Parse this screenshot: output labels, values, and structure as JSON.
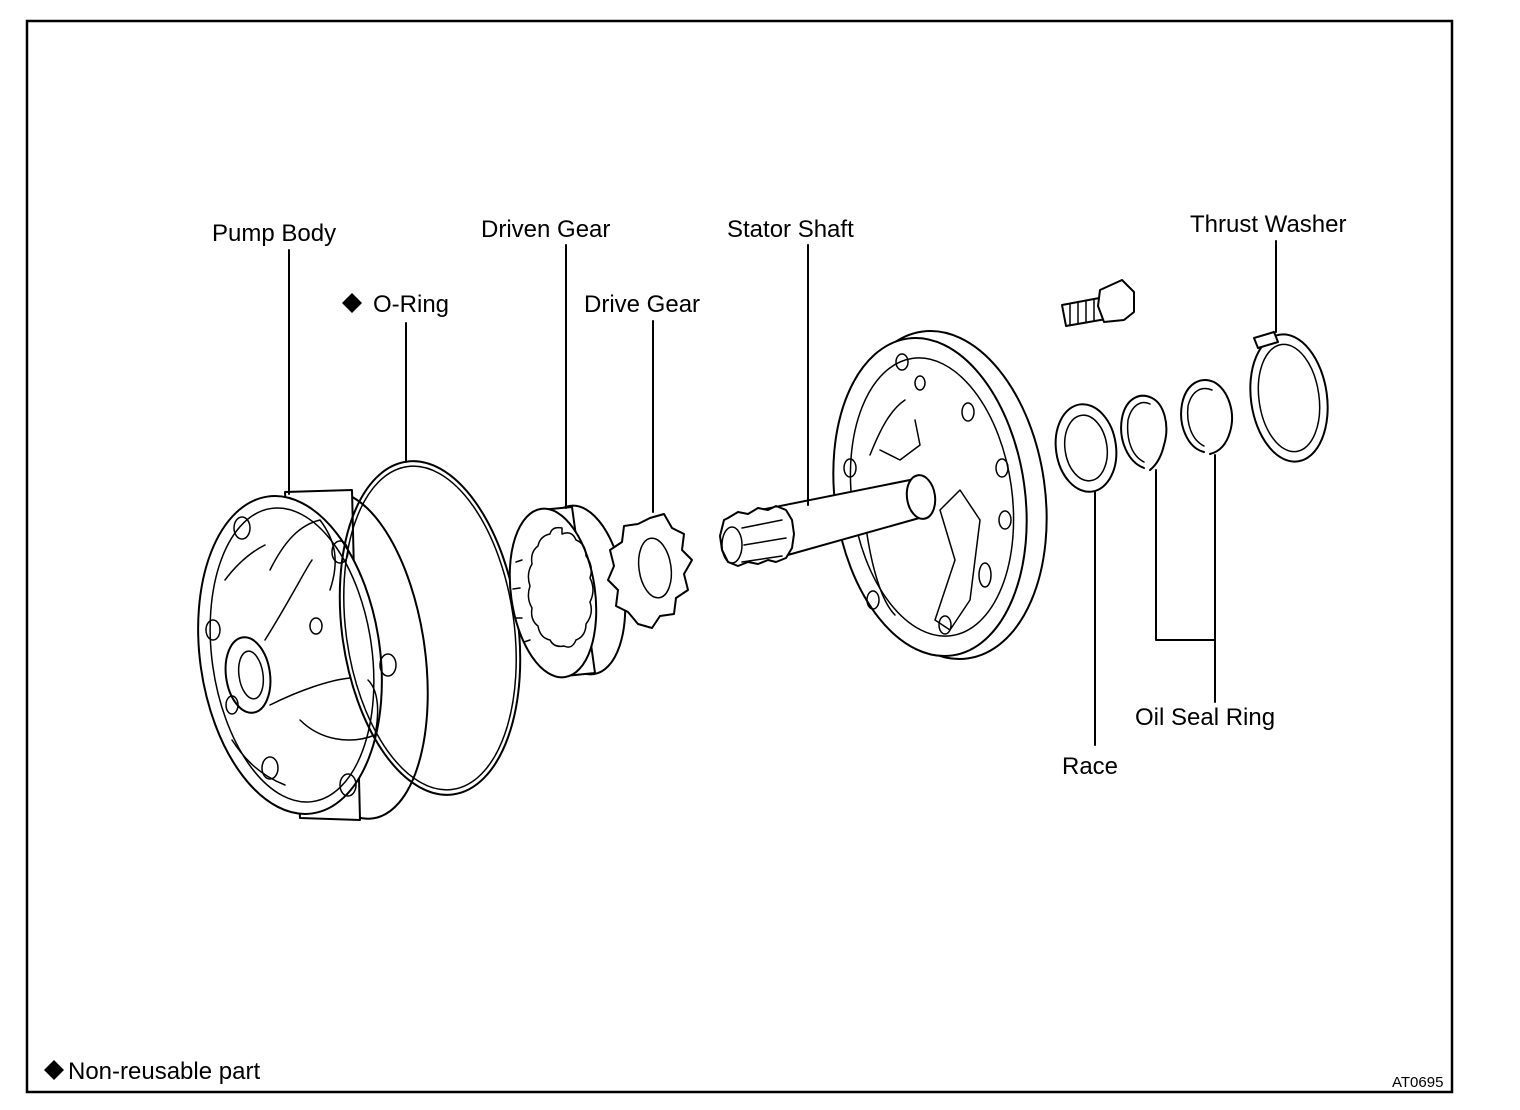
{
  "labels": {
    "pump_body": "Pump Body",
    "o_ring": "O-Ring",
    "driven_gear": "Driven Gear",
    "drive_gear": "Drive Gear",
    "stator_shaft": "Stator Shaft",
    "thrust_washer": "Thrust Washer",
    "race": "Race",
    "oil_seal_ring": "Oil Seal Ring"
  },
  "legend": {
    "marker_icon": "diamond-icon",
    "text": "Non-reusable part"
  },
  "figure_code": "AT0695",
  "non_reusable_marked": [
    "O-Ring"
  ]
}
